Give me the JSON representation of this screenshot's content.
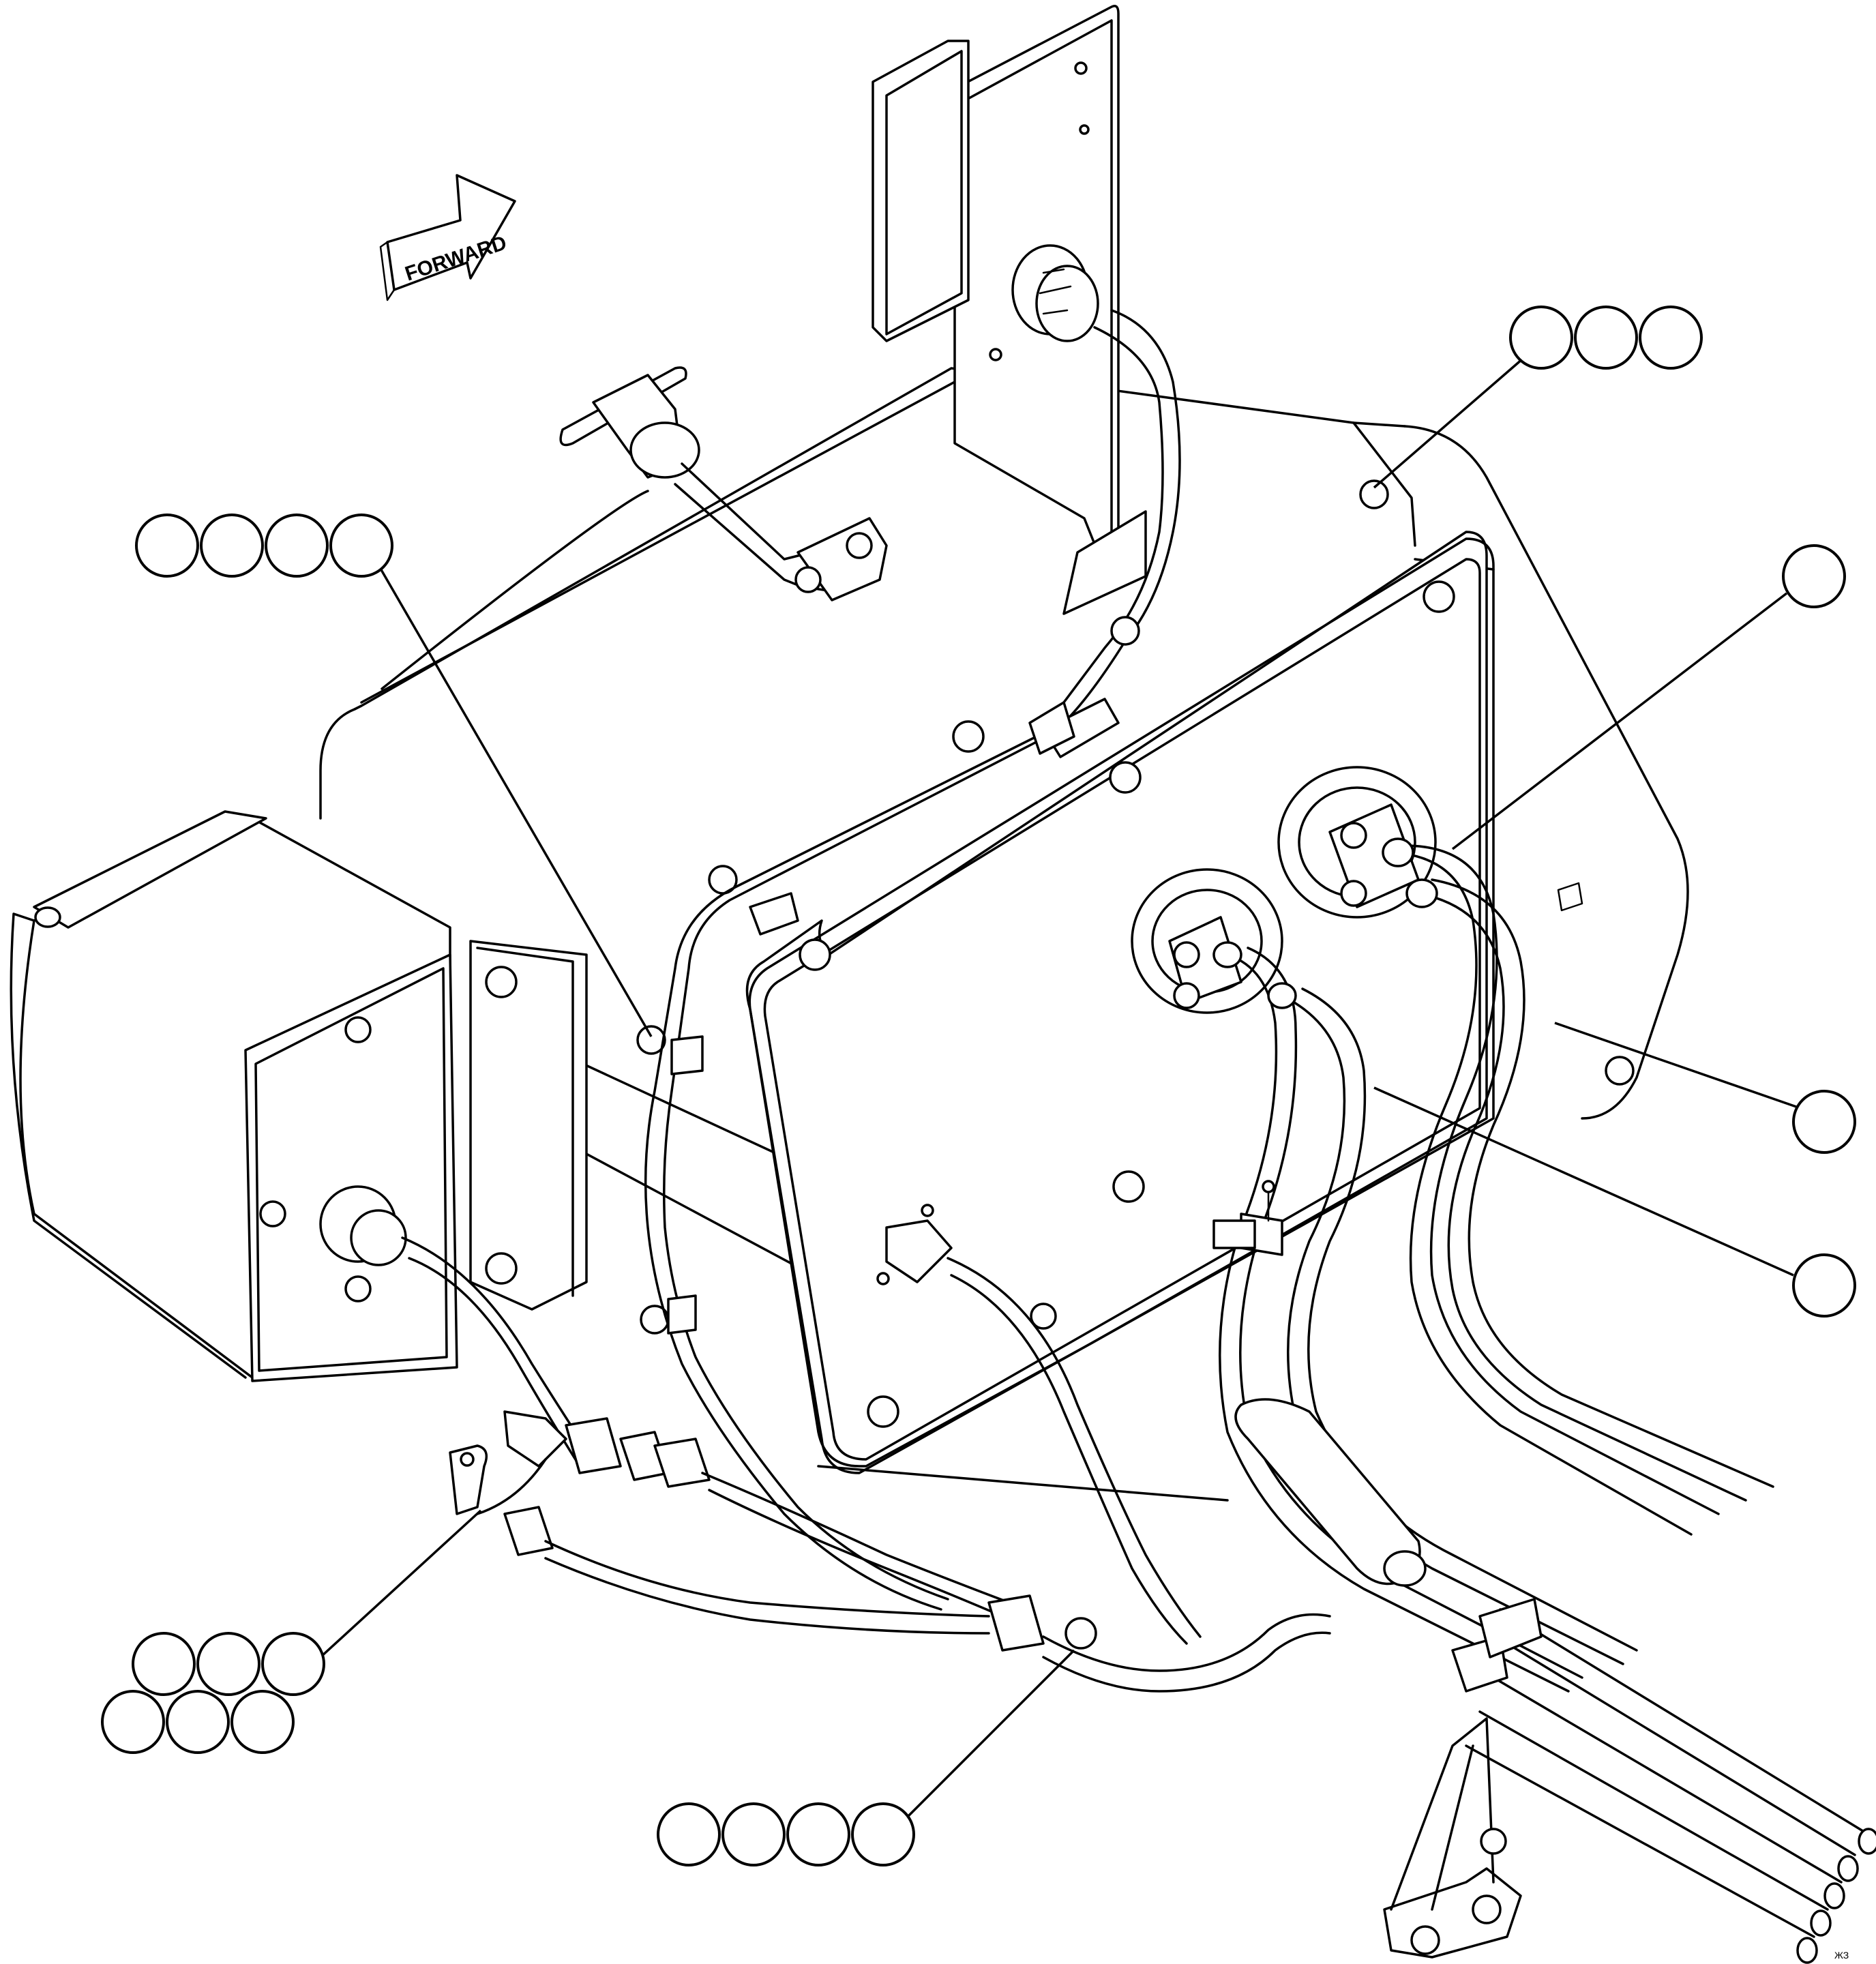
{
  "forward_label": "FORWARD",
  "figure_code": "ЖЗ",
  "callouts": [
    {
      "id": "top-right-group",
      "balloons": 3
    },
    {
      "id": "left-group",
      "balloons": 4
    },
    {
      "id": "right-single-top",
      "balloons": 1
    },
    {
      "id": "right-single-middle",
      "balloons": 1
    },
    {
      "id": "right-single-lower",
      "balloons": 1
    },
    {
      "id": "bottom-left-group",
      "balloons": 6
    },
    {
      "id": "bottom-center-group",
      "balloons": 4
    }
  ]
}
